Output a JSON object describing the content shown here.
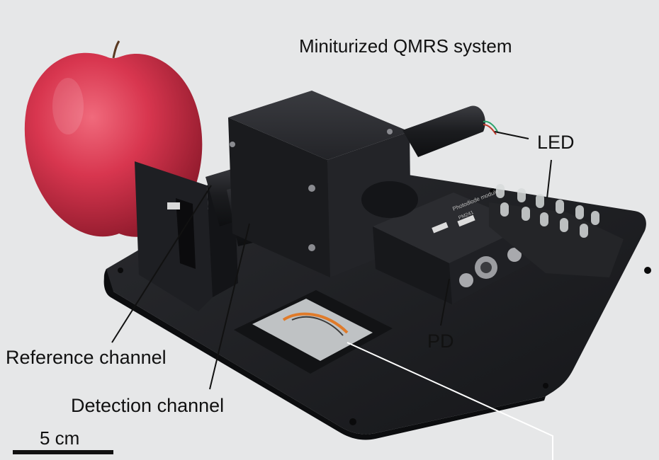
{
  "figure": {
    "title": "Miniturized QMRS system",
    "labels": {
      "led": "LED",
      "pd": "PD",
      "reference_channel": "Reference channel",
      "detection_channel": "Detection channel"
    },
    "scale_bar": {
      "text": "5 cm"
    },
    "module_text": {
      "line1": "Photodiode module",
      "line2": "PM241"
    }
  },
  "colors": {
    "background": "#e6e7e8",
    "hardware": "#1c1d20",
    "apple": "#d8364f",
    "leader_line": "#111111"
  }
}
